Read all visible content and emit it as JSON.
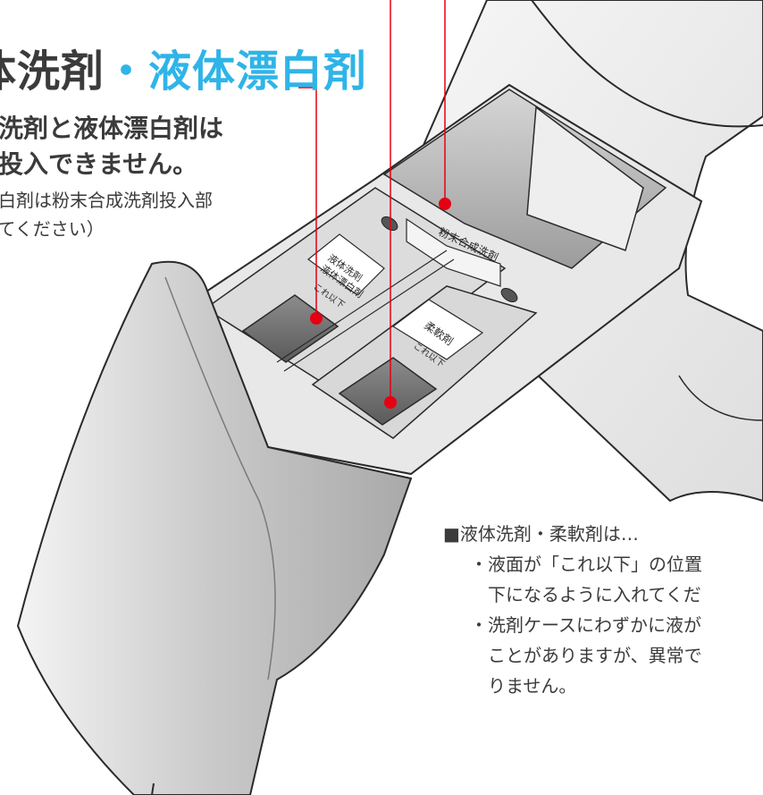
{
  "title": {
    "part1": "体洗剤",
    "separator": "・",
    "part2": "液体漂白剤"
  },
  "note_bold": {
    "line1": "の洗剤と液体漂白剤は",
    "line2": "に投入できません。"
  },
  "note_small": {
    "line1": "漂白剤は粉末合成洗剤投入部",
    "line2": "れてください）"
  },
  "labels": {
    "powder": "粉末合成洗剤",
    "liquid_line1": "液体洗剤",
    "liquid_line2": "液体漂白剤",
    "liquid_limit": "これ以下",
    "softener": "柔軟剤",
    "softener_limit": "これ以下"
  },
  "caption": {
    "heading": "■液体洗剤・柔軟剤は…",
    "bullets": [
      {
        "mark": "・",
        "lines": [
          "液面が「これ以下」の位置",
          "下になるように入れてくだ"
        ]
      },
      {
        "mark": "・",
        "lines": [
          "洗剤ケースにわずかに液が",
          "ことがありますが、異常で",
          "りません。"
        ]
      }
    ]
  },
  "colors": {
    "accent_red": "#e60012",
    "title_cyan": "#2fb4e8",
    "text_dark": "#3b3b3b"
  }
}
